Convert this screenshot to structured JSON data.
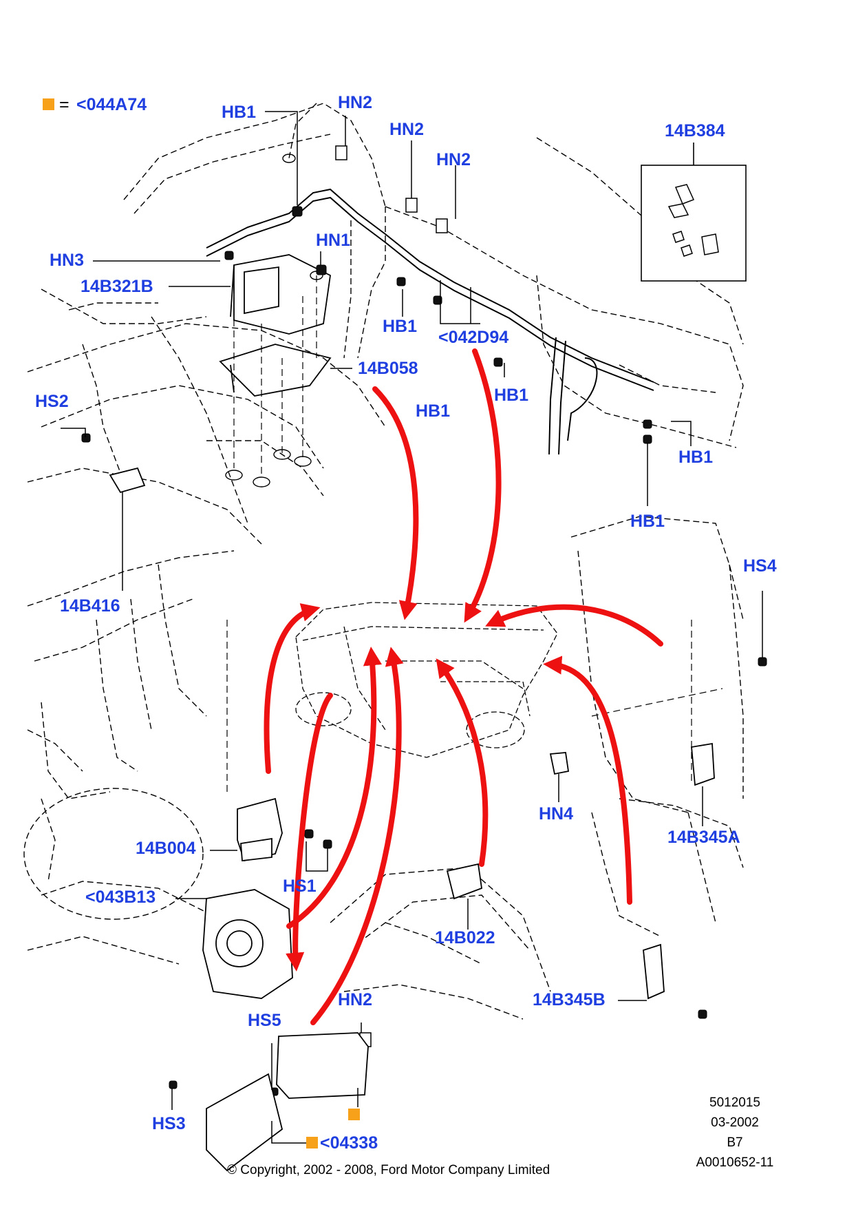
{
  "legend": {
    "marker_color": "#f7a11a",
    "eq": "=",
    "code": "<044A74"
  },
  "callouts": {
    "hb1_top": "HB1",
    "hn2_a": "HN2",
    "hn2_b": "HN2",
    "hn2_c": "HN2",
    "part_14b384": "14B384",
    "hn3": "HN3",
    "hn1": "HN1",
    "part_14b321b": "14B321B",
    "hb1_mid": "HB1",
    "part_042d94": "<042D94",
    "part_14b058": "14B058",
    "hb1_right": "HB1",
    "hb1_low": "HB1",
    "hs2": "HS2",
    "hb1_far_right": "HB1",
    "hb1_bottom": "HB1",
    "part_14b416": "14B416",
    "hs4": "HS4",
    "hn4": "HN4",
    "part_14b004": "14B004",
    "part_14b345a": "14B345A",
    "hs1": "HS1",
    "part_043b13": "<043B13",
    "part_14b022": "14B022",
    "part_14b345b": "14B345B",
    "hn2_low": "HN2",
    "hs5": "HS5",
    "hs3": "HS3",
    "part_04338": "<04338"
  },
  "footer": {
    "doc_number": "5012015",
    "date": "03-2002",
    "code": "B7",
    "ref": "A0010652-11",
    "copyright": "© Copyright, 2002 - 2008, Ford Motor Company Limited"
  },
  "colors": {
    "label": "#1f3fe0",
    "arrow": "#ee1111",
    "line": "#000000",
    "marker": "#f7a11a"
  }
}
